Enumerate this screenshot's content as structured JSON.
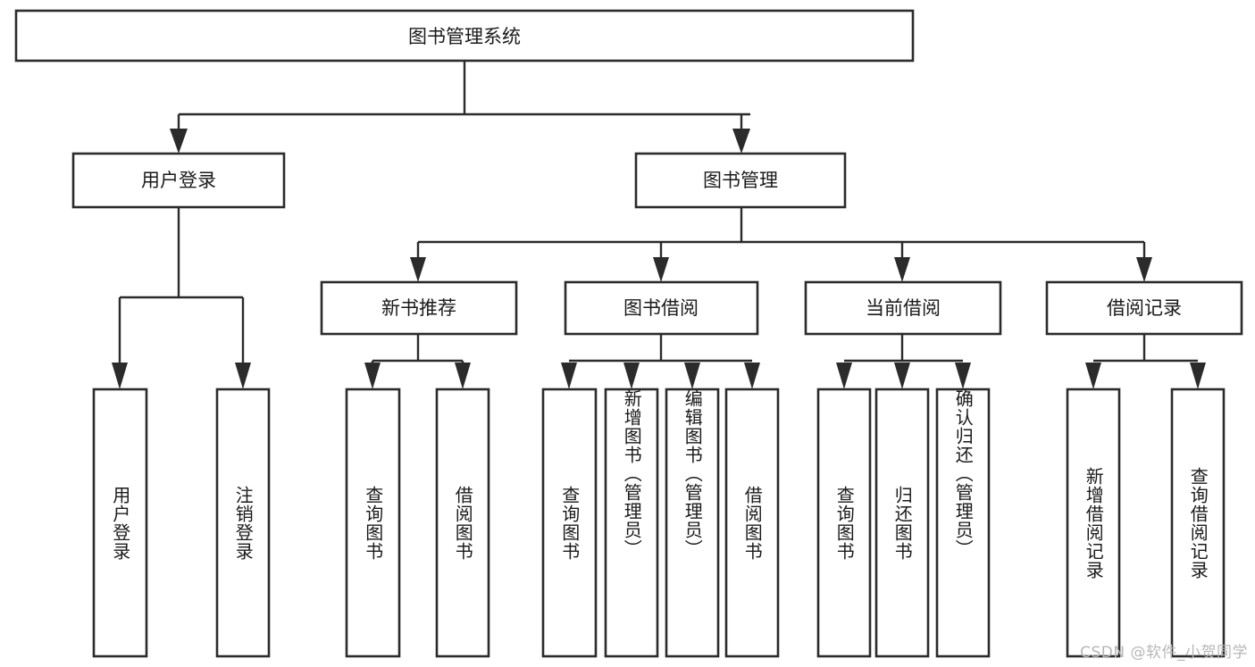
{
  "diagram": {
    "type": "tree-hierarchy",
    "title": "图书管理系统",
    "colors": {
      "background": "#ffffff",
      "box_stroke": "#2b2b2b",
      "box_fill": "#ffffff",
      "connector": "#2b2b2b",
      "text": "#1a1a1a",
      "watermark": "#b7b7b7"
    },
    "root": {
      "label": "图书管理系统"
    },
    "level1": [
      {
        "id": "user-login",
        "label": "用户登录"
      },
      {
        "id": "book-manage",
        "label": "图书管理"
      }
    ],
    "level2": [
      {
        "id": "new-book-recommend",
        "label": "新书推荐",
        "parent": "book-manage"
      },
      {
        "id": "book-borrow",
        "label": "图书借阅",
        "parent": "book-manage"
      },
      {
        "id": "current-borrow",
        "label": "当前借阅",
        "parent": "book-manage"
      },
      {
        "id": "borrow-record",
        "label": "借阅记录",
        "parent": "book-manage"
      }
    ],
    "leaves": [
      {
        "id": "leaf-user-login",
        "label": "用户登录",
        "parent": "user-login"
      },
      {
        "id": "leaf-logout-login",
        "label": "注销登录",
        "parent": "user-login"
      },
      {
        "id": "leaf-query-book-1",
        "label": "查询图书",
        "parent": "new-book-recommend"
      },
      {
        "id": "leaf-borrow-book-1",
        "label": "借阅图书",
        "parent": "new-book-recommend"
      },
      {
        "id": "leaf-query-book-2",
        "label": "查询图书",
        "parent": "book-borrow"
      },
      {
        "id": "leaf-add-book",
        "label": "新增图书（管理员）",
        "parent": "book-borrow"
      },
      {
        "id": "leaf-edit-book",
        "label": "编辑图书（管理员）",
        "parent": "book-borrow"
      },
      {
        "id": "leaf-borrow-book-2",
        "label": "借阅图书",
        "parent": "book-borrow"
      },
      {
        "id": "leaf-query-book-3",
        "label": "查询图书",
        "parent": "current-borrow"
      },
      {
        "id": "leaf-return-book",
        "label": "归还图书",
        "parent": "current-borrow"
      },
      {
        "id": "leaf-confirm-return",
        "label": "确认归还（管理员）",
        "parent": "current-borrow"
      },
      {
        "id": "leaf-add-record",
        "label": "新增借阅记录",
        "parent": "borrow-record"
      },
      {
        "id": "leaf-query-record",
        "label": "查询借阅记录",
        "parent": "borrow-record"
      }
    ],
    "watermark": "CSDN @软件_小贺同学"
  }
}
